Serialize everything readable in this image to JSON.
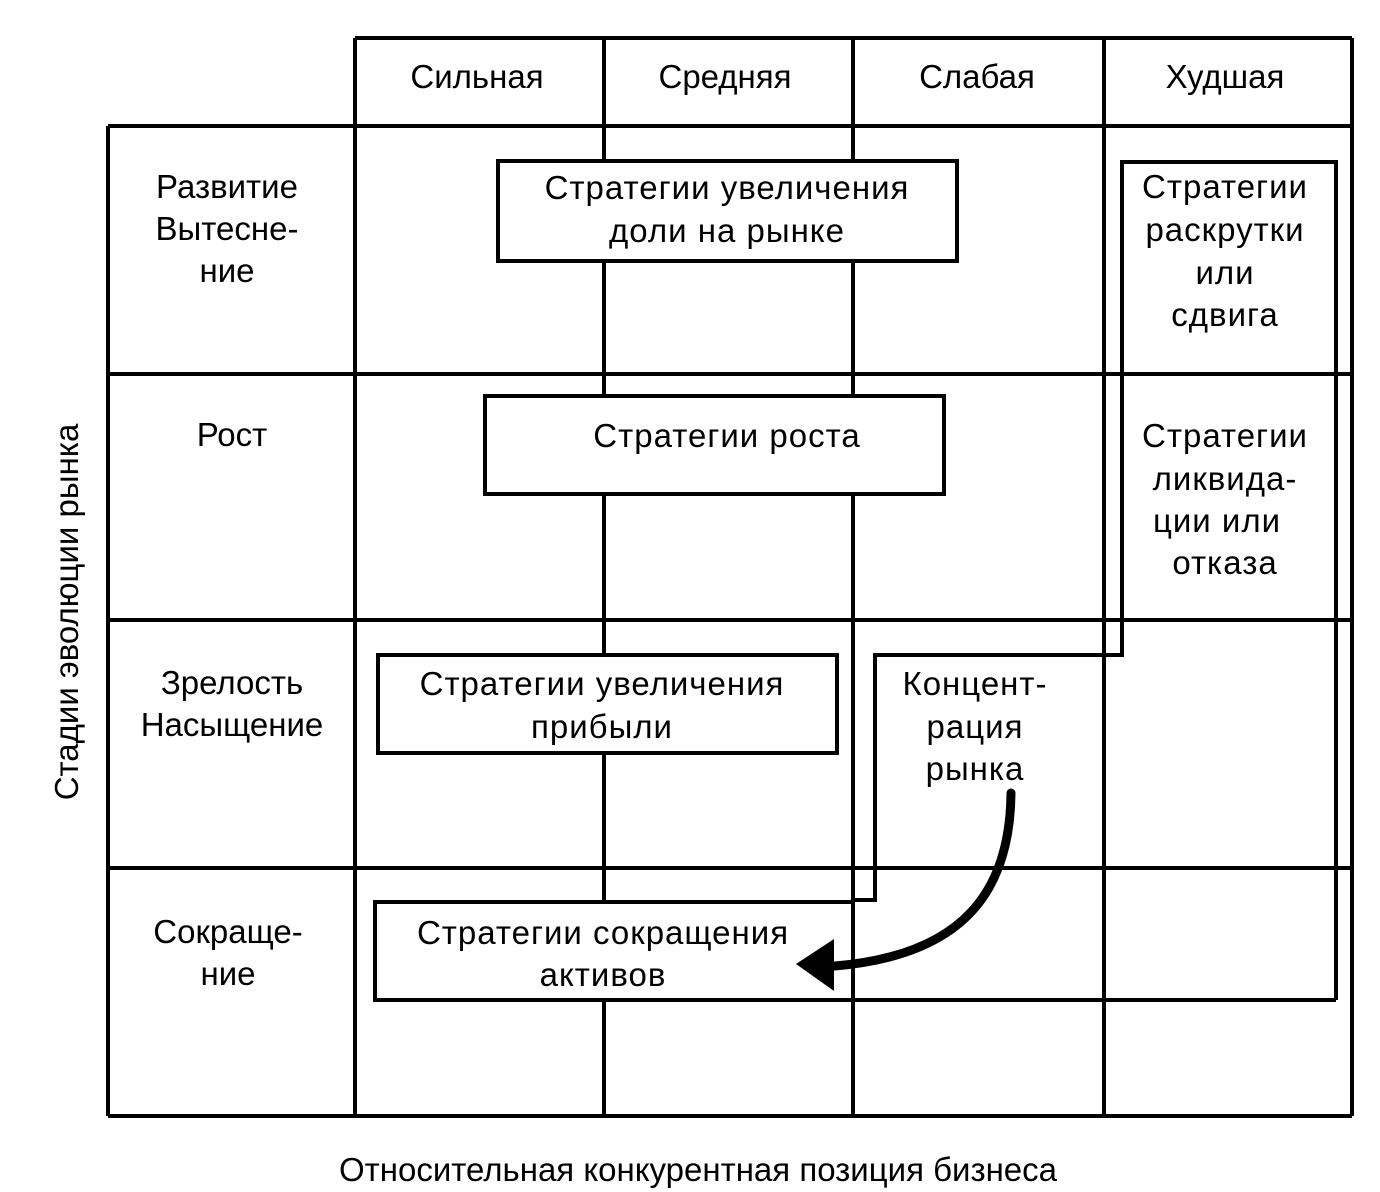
{
  "columns": [
    "Сильная",
    "Средняя",
    "Слабая",
    "Худшая"
  ],
  "rows": [
    [
      "Развитие",
      "Вытесне-",
      "ние"
    ],
    [
      "Рост"
    ],
    [
      "Зрелость",
      "Насыщение"
    ],
    [
      "Сокраще-",
      "ние"
    ]
  ],
  "boxes": {
    "share": [
      "Стратегии увеличения",
      "доли на рынке"
    ],
    "turnaround": [
      "Стратегии",
      "раскрутки",
      "или",
      "сдвига"
    ],
    "growth": [
      "Стратегии роста"
    ],
    "liquidation": [
      "Стратегии",
      "ликвида-",
      "ции или",
      "отказа"
    ],
    "profit": [
      "Стратегии увеличения",
      "прибыли"
    ],
    "concentration": [
      "Концент-",
      "рация",
      "рынка"
    ],
    "reduction": [
      "Стратегии сокращения",
      "активов"
    ]
  },
  "y_axis_label": "Стадии эволюции рынка",
  "x_axis_label": "Относительная конкурентная позиция бизнеса"
}
